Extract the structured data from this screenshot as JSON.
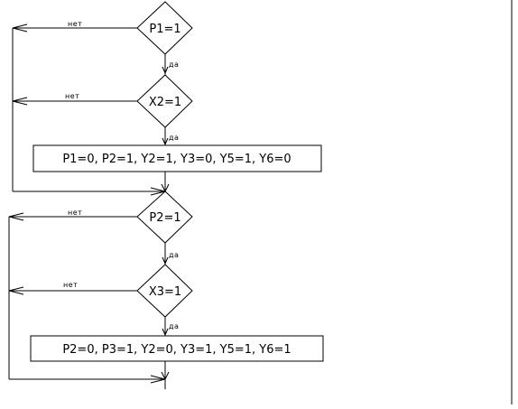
{
  "diagram": {
    "decisions": [
      {
        "id": "d1",
        "text": "P1=1"
      },
      {
        "id": "d2",
        "text": "X2=1"
      },
      {
        "id": "d3",
        "text": "P2=1"
      },
      {
        "id": "d4",
        "text": "X3=1"
      }
    ],
    "actions": [
      {
        "id": "a1",
        "text": "P1=0, P2=1, Y2=1, Y3=0, Y5=1, Y6=0"
      },
      {
        "id": "a2",
        "text": "P2=0, P3=1, Y2=0, Y3=1, Y5=1, Y6=1"
      }
    ],
    "labels": {
      "no": "нет",
      "yes": "да"
    }
  }
}
